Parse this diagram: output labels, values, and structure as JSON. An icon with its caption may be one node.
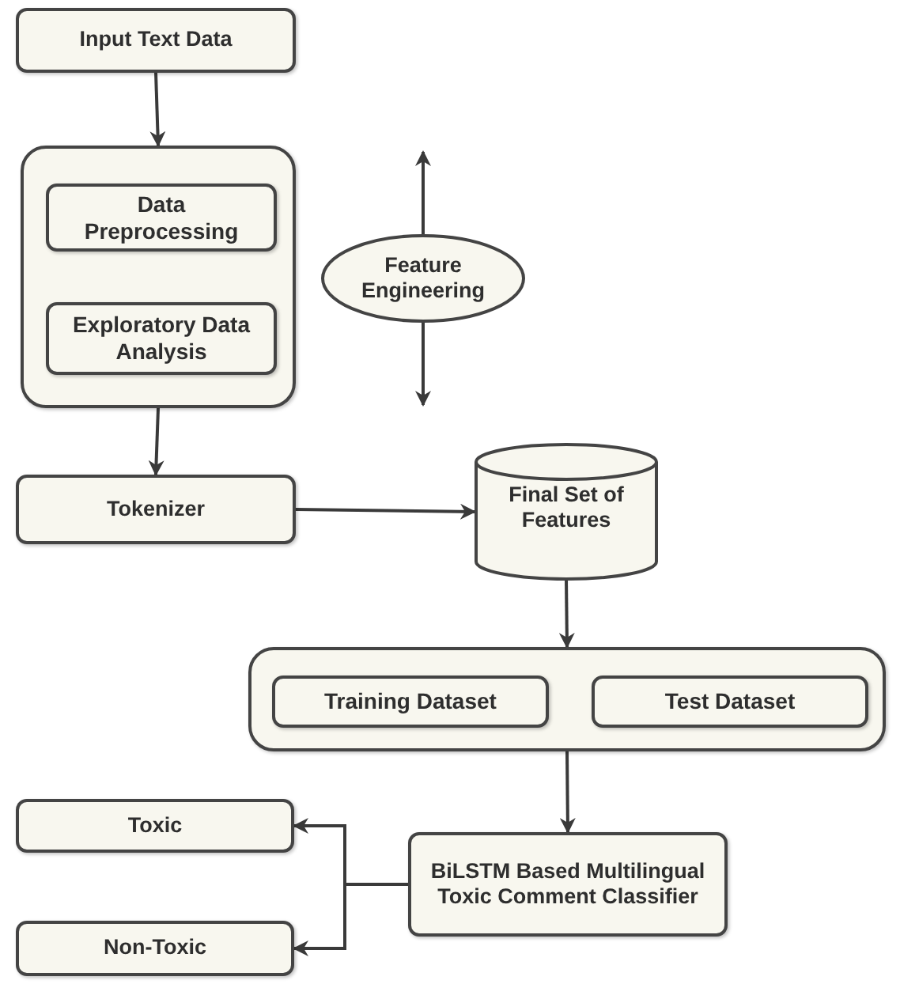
{
  "diagram": {
    "nodes": [
      {
        "text": [
          "Input Text Data"
        ]
      },
      {
        "text": [],
        "shape": "box"
      },
      {
        "text": [
          "Data Preprocessing"
        ],
        "in": 1
      },
      {
        "text": [
          "Exploratory Data Analysis"
        ],
        "in": 1
      },
      {
        "text": [
          "Feature Engineering"
        ]
      },
      {
        "text": [
          "Tokenizer"
        ]
      },
      {
        "text": [
          "Final Set of Features"
        ]
      },
      {
        "text": [],
        "shape": "box"
      },
      {
        "text": [
          "Training Dataset"
        ],
        "in": 7
      },
      {
        "text": [
          "Test Dataset"
        ],
        "in": 7
      },
      {
        "text": [
          "BiLSTM Based Multilingual Toxic Comment Classifier"
        ]
      },
      {
        "text": [
          "Toxic"
        ]
      },
      {
        "text": [
          "Non-Toxic"
        ]
      }
    ],
    "edges": [
      {
        "from": 0,
        "to": 1,
        "arrow": "to"
      },
      {
        "from": 1,
        "to": 5,
        "arrow": "to"
      },
      {
        "from": 5,
        "to": 6,
        "arrow": "to"
      },
      {
        "from": 6,
        "to": 7,
        "arrow": "to"
      },
      {
        "from": 7,
        "to": 10,
        "arrow": "to"
      },
      {
        "from": 10,
        "to": 11,
        "arrow": "to"
      },
      {
        "from": 10,
        "to": 12,
        "arrow": "to"
      },
      {
        "from": 4,
        "to": null,
        "arrow": "to"
      },
      {
        "from": 4,
        "to": null,
        "arrow": "to"
      }
    ]
  }
}
